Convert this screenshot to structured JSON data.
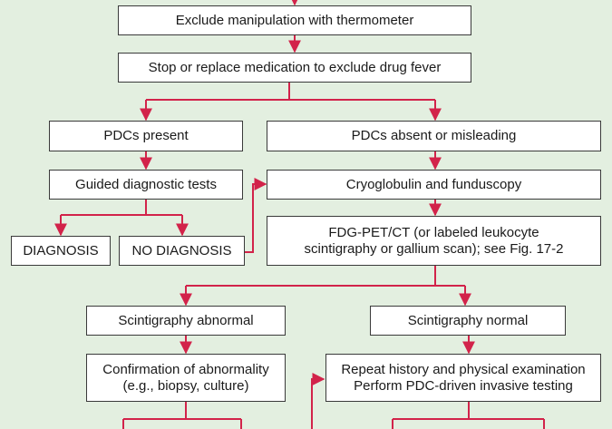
{
  "colors": {
    "background": "#e3efe0",
    "connector": "#d2234a",
    "box_border": "#3a3a3a"
  },
  "boxes": {
    "exclude_manipulation": "Exclude manipulation with thermometer",
    "stop_medication": "Stop or replace medication to exclude drug fever",
    "pdcs_present": "PDCs present",
    "pdcs_absent": "PDCs absent or misleading",
    "guided_tests": "Guided diagnostic tests",
    "cryoglobulin": "Cryoglobulin and funduscopy",
    "diagnosis": "DIAGNOSIS",
    "no_diagnosis": "NO DIAGNOSIS",
    "fdg_pet_line1": "FDG-PET/CT (or labeled leukocyte",
    "fdg_pet_line2": "scintigraphy or gallium scan); see Fig. 17-2",
    "scint_abnormal": "Scintigraphy abnormal",
    "scint_normal": "Scintigraphy normal",
    "confirmation_line1": "Confirmation of abnormality",
    "confirmation_line2": "(e.g., biopsy, culture)",
    "repeat_line1": "Repeat history and physical examination",
    "repeat_line2": "Perform PDC-driven invasive testing"
  }
}
